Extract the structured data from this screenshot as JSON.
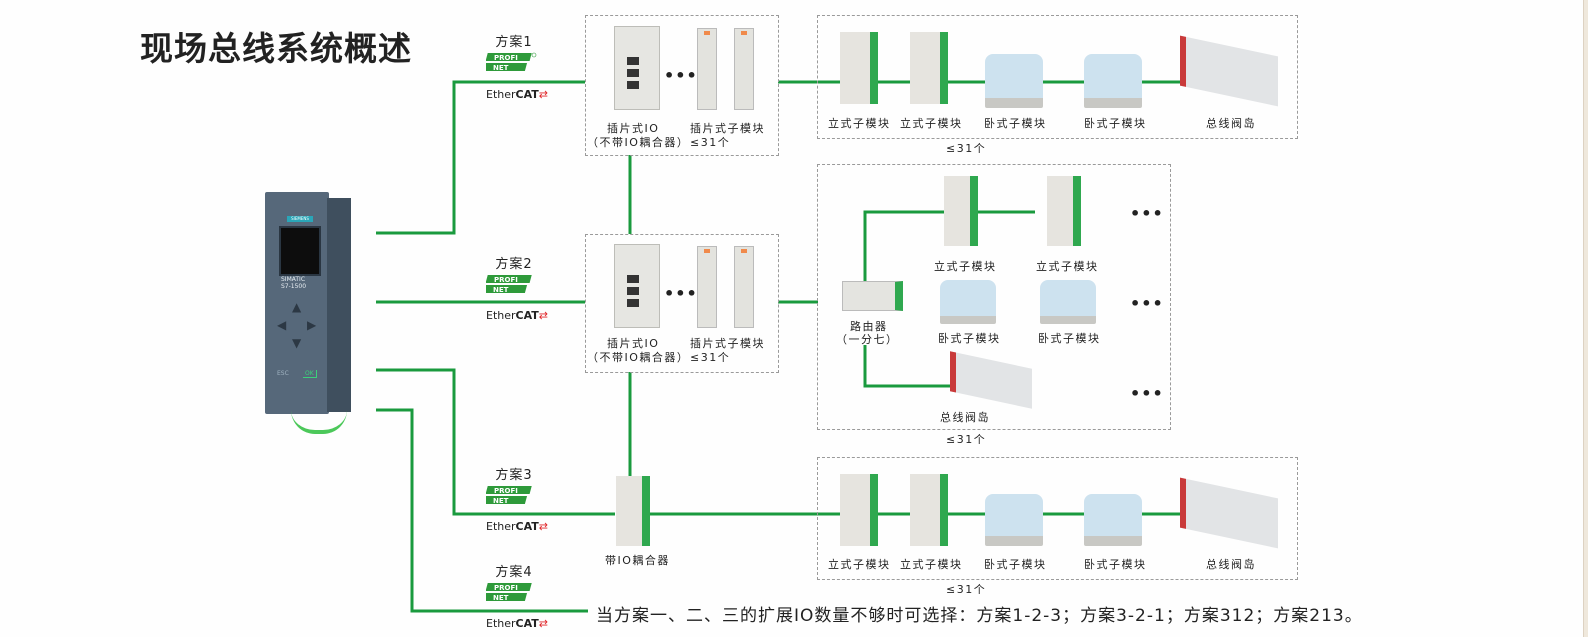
{
  "title": "现场总线系统概述",
  "schemes": [
    {
      "label": "方案1",
      "protocol_a": "PROFINET",
      "protocol_b_prefix": "Ether",
      "protocol_b_bold": "CAT"
    },
    {
      "label": "方案2",
      "protocol_a": "PROFINET",
      "protocol_b_prefix": "Ether",
      "protocol_b_bold": "CAT"
    },
    {
      "label": "方案3",
      "protocol_a": "PROFINET",
      "protocol_b_prefix": "Ether",
      "protocol_b_bold": "CAT"
    },
    {
      "label": "方案4",
      "protocol_a": "PROFINET",
      "protocol_b_prefix": "Ether",
      "protocol_b_bold": "CAT"
    }
  ],
  "plc": {
    "brand": "SIEMENS",
    "model_line1": "SIMATIC",
    "model_line2": "S7-1500",
    "esc": "ESC",
    "ok": "OK"
  },
  "group1": {
    "coupler_label_1": "插片式IO",
    "coupler_label_2": "（不带IO耦合器）",
    "slice_label": "插片式子模块",
    "slice_count": "≤31个",
    "chain": [
      "立式子模块",
      "立式子模块",
      "卧式子模块",
      "卧式子模块",
      "总线阀岛"
    ],
    "chain_count": "≤31个"
  },
  "group2": {
    "coupler_label_1": "插片式IO",
    "coupler_label_2": "（不带IO耦合器）",
    "slice_label": "插片式子模块",
    "slice_count": "≤31个",
    "router_label_1": "路由器",
    "router_label_2": "（一分七）",
    "branch_row1": [
      "立式子模块",
      "立式子模块"
    ],
    "branch_row2": [
      "卧式子模块",
      "卧式子模块"
    ],
    "branch_row3": [
      "总线阀岛"
    ],
    "branch_count": "≤31个"
  },
  "group3": {
    "coupler_label": "带IO耦合器",
    "chain": [
      "立式子模块",
      "立式子模块",
      "卧式子模块",
      "卧式子模块",
      "总线阀岛"
    ],
    "chain_count": "≤31个"
  },
  "ellipsis": "•••",
  "note": "当方案一、二、三的扩展IO数量不够时可选择：方案1-2-3；方案3-2-1；方案312；方案213。",
  "colors": {
    "wire": "#1a9a3e",
    "box_border": "#9a9a9a",
    "profinet": "#2e9a3a",
    "ethercat_red": "#e0262a"
  }
}
